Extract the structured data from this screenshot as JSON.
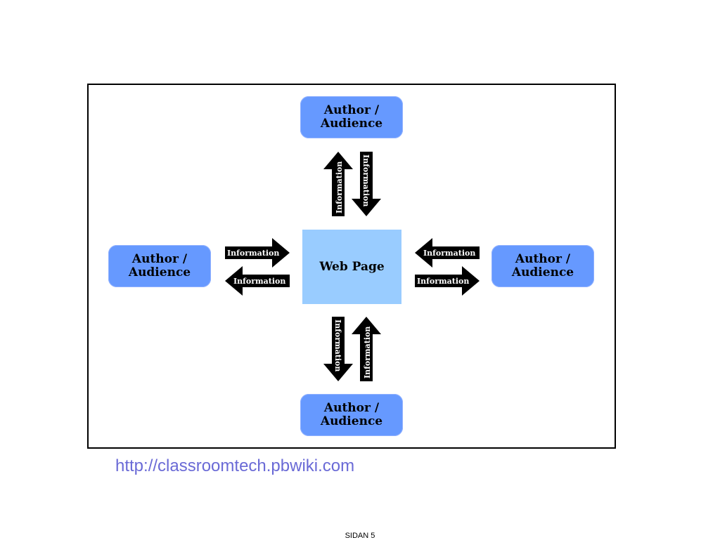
{
  "diagram": {
    "nodes": {
      "top": "Author /\nAudience",
      "left": "Author /\nAudience",
      "right": "Author /\nAudience",
      "bottom": "Author /\nAudience"
    },
    "center": "Web Page",
    "arrow_label": "Information",
    "colors": {
      "node_fill": "#6699ff",
      "center_fill": "#99ccff",
      "arrow_fill": "#000000",
      "link_text": "#6a6ad6"
    }
  },
  "footer": {
    "url": "http://classroomtech.pbwiki.com",
    "page_number": "SIDAN 5"
  }
}
